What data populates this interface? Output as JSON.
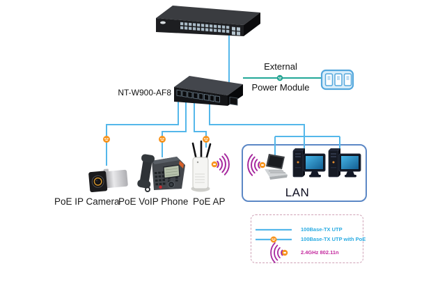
{
  "nodes": {
    "core_switch": {
      "icon": "switch-24port-icon"
    },
    "poe_switch": {
      "label": "NT-W900-AF8",
      "icon": "poe-switch-icon"
    },
    "power_module": {
      "label_line1": "External",
      "label_line2": "Power Module",
      "icon": "power-module-icon"
    },
    "camera": {
      "label": "PoE IP Camera",
      "icon": "ip-camera-icon"
    },
    "phone": {
      "label": "PoE VoIP Phone",
      "icon": "voip-phone-icon"
    },
    "ap": {
      "label": "PoE AP",
      "icon": "access-point-icon"
    },
    "lan": {
      "label": "LAN",
      "device_icons": [
        "laptop-icon",
        "desktop-icon",
        "desktop-icon"
      ]
    }
  },
  "legend": {
    "items": [
      {
        "symbol": "utp-line",
        "label": "100Base-TX UTP",
        "label_color": "#29abe2"
      },
      {
        "symbol": "utp-poe-line",
        "label": "100Base-TX UTP with PoE",
        "label_color": "#29abe2"
      },
      {
        "symbol": "wifi-waves",
        "label": "2.4GHz 802.11n",
        "label_color": "#c42a9e"
      }
    ]
  },
  "colors": {
    "utp_cable": "#54b7ea",
    "poe_marker": "#f7941e",
    "power_line": "#21a797",
    "wifi_wave": "#a6289e",
    "lan_border": "#5b87c5",
    "legend_border": "#cfa0b5"
  }
}
